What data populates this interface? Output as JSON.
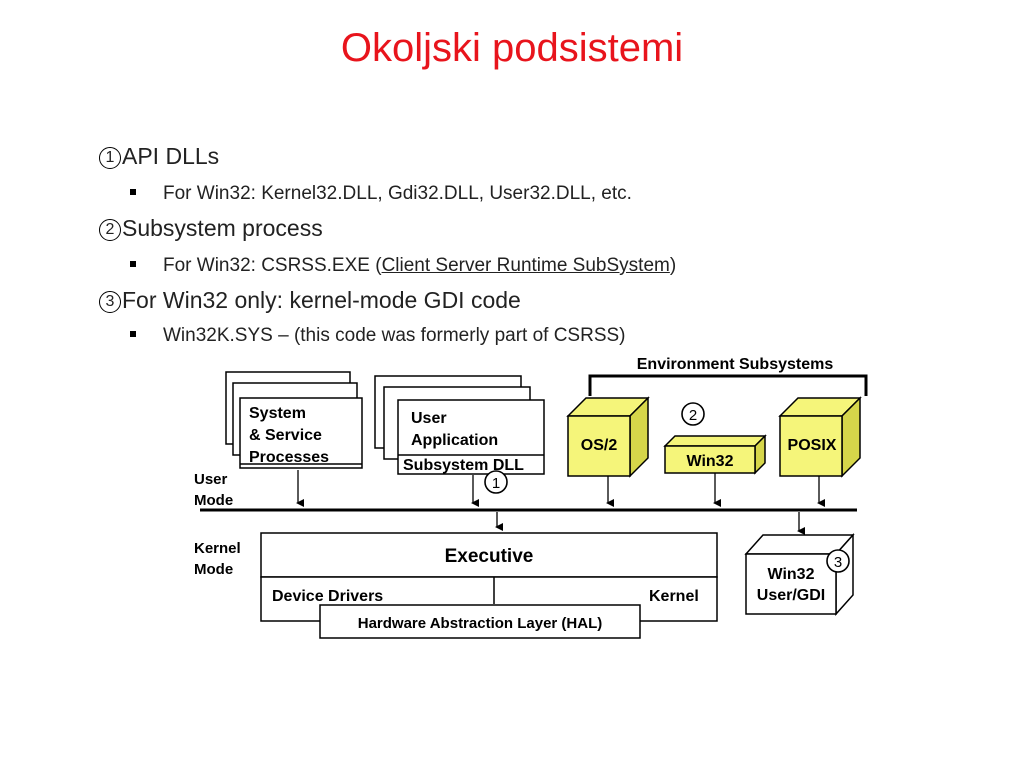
{
  "title": "Okoljski podsistemi",
  "list": [
    {
      "num": "1",
      "heading": "API DLLs",
      "detail": {
        "prefix": "For Win32:  Kernel32.DLL, Gdi32.DLL, User32.DLL, etc.",
        "link": "",
        "suffix": ""
      }
    },
    {
      "num": "2",
      "heading": "Subsystem process",
      "detail": {
        "prefix": "For Win32:  CSRSS.EXE (",
        "link": "Client Server Runtime SubSystem",
        "suffix": ")"
      }
    },
    {
      "num": "3",
      "heading": "For Win32 only:  kernel-mode GDI code",
      "detail": {
        "prefix": "Win32K.SYS – (this code was formerly part of CSRSS)",
        "link": "",
        "suffix": ""
      }
    }
  ],
  "diagram": {
    "env_subsystems": "Environment Subsystems",
    "system_procs": [
      "System",
      "& Service",
      "Processes"
    ],
    "user_app": [
      "User",
      "Application"
    ],
    "subsystem_dll": "Subsystem DLL",
    "os2": "OS/2",
    "win32": "Win32",
    "posix": "POSIX",
    "user_mode": [
      "User",
      "Mode"
    ],
    "kernel_mode": [
      "Kernel",
      "Mode"
    ],
    "executive": "Executive",
    "device_drivers": "Device Drivers",
    "kernel": "Kernel",
    "hal": "Hardware Abstraction Layer (HAL)",
    "win32_gdi": [
      "Win32",
      "User/GDI"
    ],
    "marker_1": "1",
    "marker_2": "2",
    "marker_3": "3"
  },
  "colors": {
    "title": "#e8141c",
    "cube_yellow": "#f5f57a",
    "cube_side": "#d6d64a"
  }
}
